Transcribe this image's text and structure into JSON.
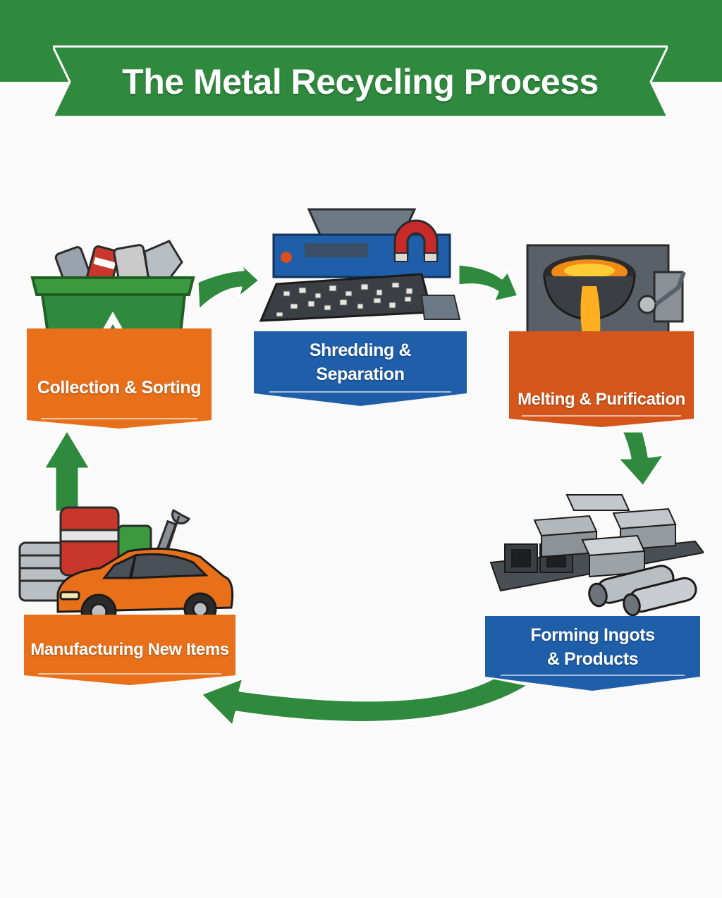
{
  "title": "The Metal Recycling Process",
  "colors": {
    "green": "#2f8a3e",
    "orange": "#e8701a",
    "orange_dark": "#d4561a",
    "blue": "#1f5ea8"
  },
  "steps": [
    {
      "id": "collection",
      "label": "Collection & Sorting",
      "color": "orange",
      "icon": "recycling-bin-icon"
    },
    {
      "id": "shredding",
      "label_lines": [
        "Shredding &",
        "Separation"
      ],
      "color": "blue",
      "icon": "shredder-magnet-icon"
    },
    {
      "id": "melting",
      "label": "Melting & Purification",
      "color": "orange_dark",
      "icon": "furnace-ladle-icon"
    },
    {
      "id": "forming",
      "label_lines": [
        "Forming Ingots",
        "& Products"
      ],
      "color": "blue",
      "icon": "ingots-pipes-icon"
    },
    {
      "id": "manufacturing",
      "label": "Manufacturing New Items",
      "color": "orange",
      "icon": "car-cans-wrench-icon"
    }
  ]
}
